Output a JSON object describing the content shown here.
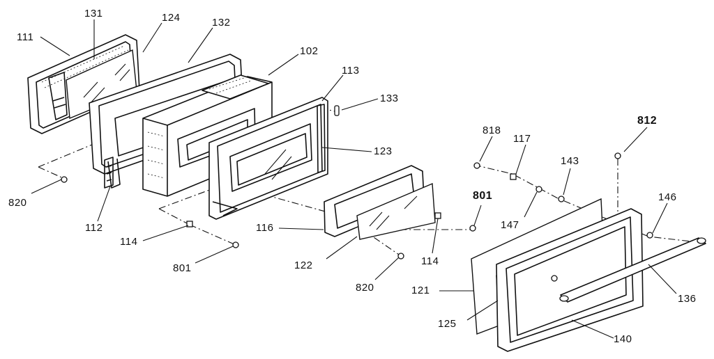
{
  "labels": {
    "p111": "111",
    "p131": "131",
    "p124": "124",
    "p132": "132",
    "p102": "102",
    "p113": "113",
    "p133": "133",
    "p123": "123",
    "p818": "818",
    "p117": "117",
    "p812": "812",
    "p143": "143",
    "p146": "146",
    "p801a": "801",
    "p147": "147",
    "p820a": "820",
    "p112": "112",
    "p116": "116",
    "p114a": "114",
    "p114b": "114",
    "p801b": "801",
    "p122": "122",
    "p820b": "820",
    "p121": "121",
    "p125": "125",
    "p136": "136",
    "p140": "140"
  }
}
